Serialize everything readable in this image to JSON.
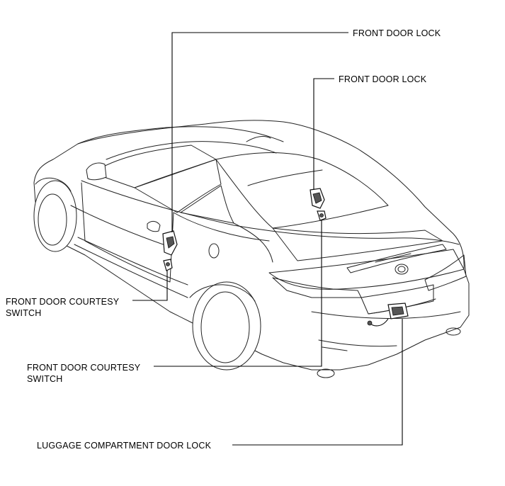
{
  "labels": {
    "front_door_lock_left": "FRONT DOOR LOCK",
    "front_door_lock_right": "FRONT DOOR LOCK",
    "courtesy_switch_left_line1": "FRONT DOOR COURTESY",
    "courtesy_switch_left_line2": "SWITCH",
    "courtesy_switch_right_line1": "FRONT DOOR COURTESY",
    "courtesy_switch_right_line2": "SWITCH",
    "luggage_lock": "LUGGAGE COMPARTMENT DOOR LOCK"
  }
}
